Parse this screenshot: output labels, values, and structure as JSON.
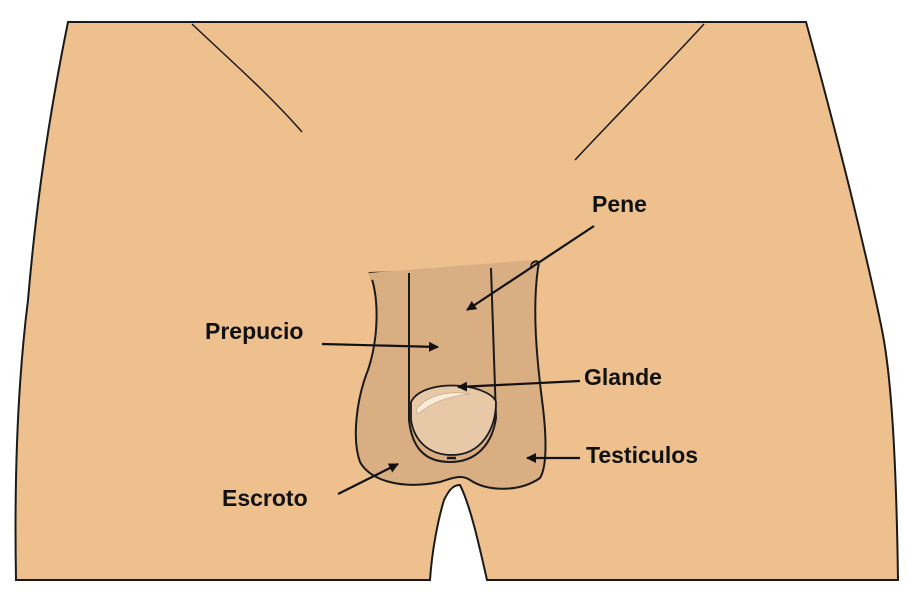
{
  "labels": {
    "pene": "Pene",
    "prepucio": "Prepucio",
    "glande": "Glande",
    "testiculos": "Testiculos",
    "escroto": "Escroto"
  },
  "colors": {
    "skin": "#EDC08E",
    "shaft": "#D9AE83",
    "outline": "#1a1a1a",
    "highlight": "#FBEBD8"
  }
}
